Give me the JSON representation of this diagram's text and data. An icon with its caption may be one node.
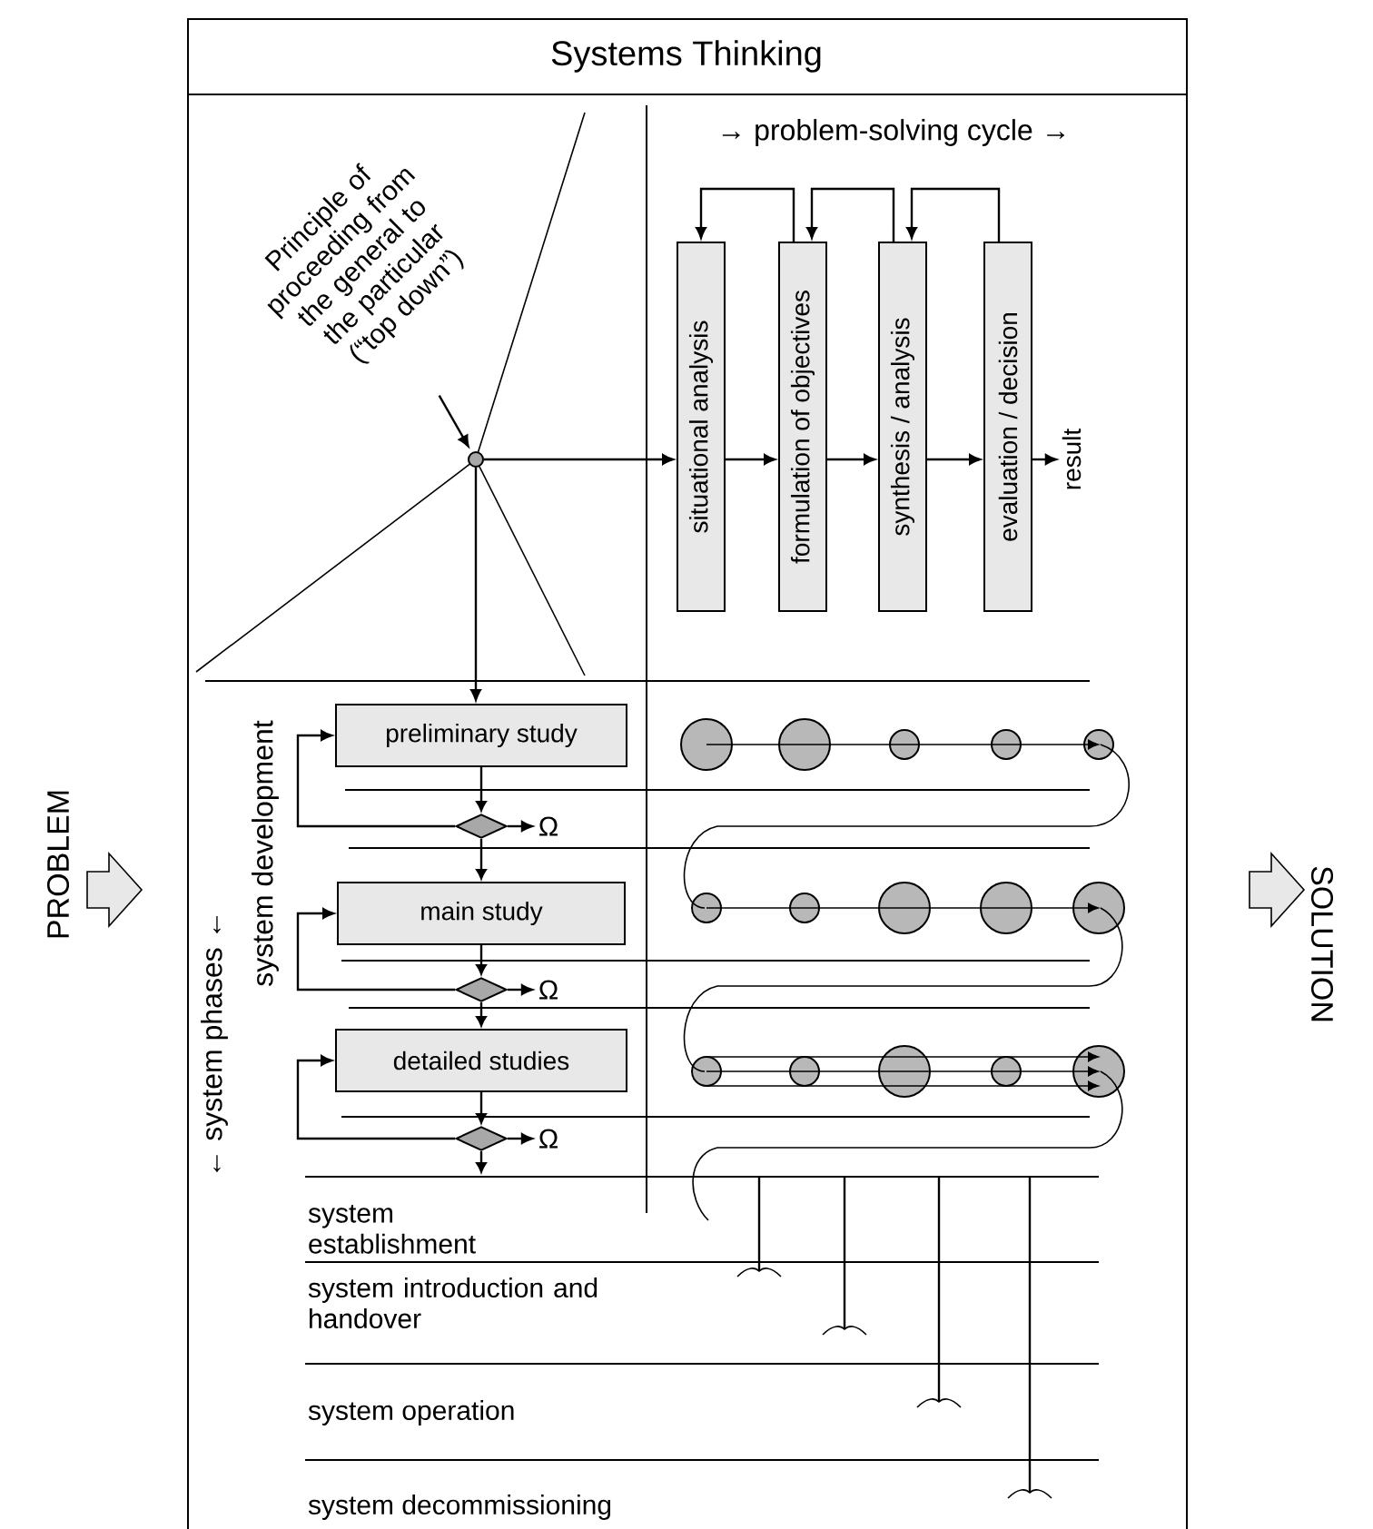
{
  "diagram": {
    "nodes": [
      {
        "text": [
          "Systems Thinking"
        ]
      },
      {
        "text": [
          "Principle of proceeding from the general to the particular (“top down”)"
        ],
        "in": 0
      },
      {
        "text": [],
        "shape": "circle",
        "in": 0
      },
      {
        "text": [
          "situational analysis"
        ],
        "in": 0
      },
      {
        "text": [
          "formulation of objectives"
        ],
        "in": 0
      },
      {
        "text": [
          "synthesis / analysis"
        ],
        "in": 0
      },
      {
        "text": [
          "evaluation / decision"
        ],
        "in": 0
      },
      {
        "text": [
          "result"
        ],
        "in": 0
      },
      {
        "text": [
          "preliminary study"
        ],
        "in": 0
      },
      {
        "text": [
          "main study"
        ],
        "in": 0
      },
      {
        "text": [
          "detailed studies"
        ],
        "in": 0
      },
      {
        "text": [],
        "shape": "diamond",
        "in": 0
      },
      {
        "text": [],
        "shape": "diamond",
        "in": 0
      },
      {
        "text": [],
        "shape": "diamond",
        "in": 0
      },
      {
        "text": [
          "Ω"
        ],
        "in": 0
      },
      {
        "text": [
          "Ω"
        ],
        "in": 0
      },
      {
        "text": [
          "Ω"
        ],
        "in": 0
      }
    ],
    "edges": [
      {
        "from": 1,
        "to": 2,
        "arrow": "to"
      },
      {
        "from": 2,
        "to": 3,
        "arrow": "to"
      },
      {
        "from": 3,
        "to": 4,
        "arrow": "to"
      },
      {
        "from": 4,
        "to": 5,
        "arrow": "to"
      },
      {
        "from": 5,
        "to": 6,
        "arrow": "to"
      },
      {
        "from": 6,
        "to": 7,
        "arrow": "to"
      },
      {
        "from": 4,
        "to": 3,
        "arrow": "to"
      },
      {
        "from": 5,
        "to": 4,
        "arrow": "to"
      },
      {
        "from": 6,
        "to": 5,
        "arrow": "to"
      },
      {
        "from": 2,
        "to": 8,
        "arrow": "to"
      },
      {
        "from": 8,
        "to": 11,
        "arrow": "to"
      },
      {
        "from": 11,
        "to": 9,
        "arrow": "to"
      },
      {
        "from": 9,
        "to": 12,
        "arrow": "to"
      },
      {
        "from": 12,
        "to": 10,
        "arrow": "to"
      },
      {
        "from": 10,
        "to": 13,
        "arrow": "to"
      },
      {
        "from": 13,
        "to": null,
        "arrow": "to"
      },
      {
        "from": 11,
        "to": 14,
        "arrow": "to"
      },
      {
        "from": 12,
        "to": 15,
        "arrow": "to"
      },
      {
        "from": 13,
        "to": 16,
        "arrow": "to"
      },
      {
        "from": 11,
        "to": 8,
        "arrow": "to"
      },
      {
        "from": 12,
        "to": 9,
        "arrow": "to"
      },
      {
        "from": 13,
        "to": 10,
        "arrow": "to"
      }
    ],
    "labels": [
      "→ problem-solving cycle →",
      "system development",
      "← system phases ←",
      "system establishment",
      "system introduction and handover",
      "system operation",
      "system decommissioning",
      "PROBLEM",
      "SOLUTION"
    ]
  }
}
